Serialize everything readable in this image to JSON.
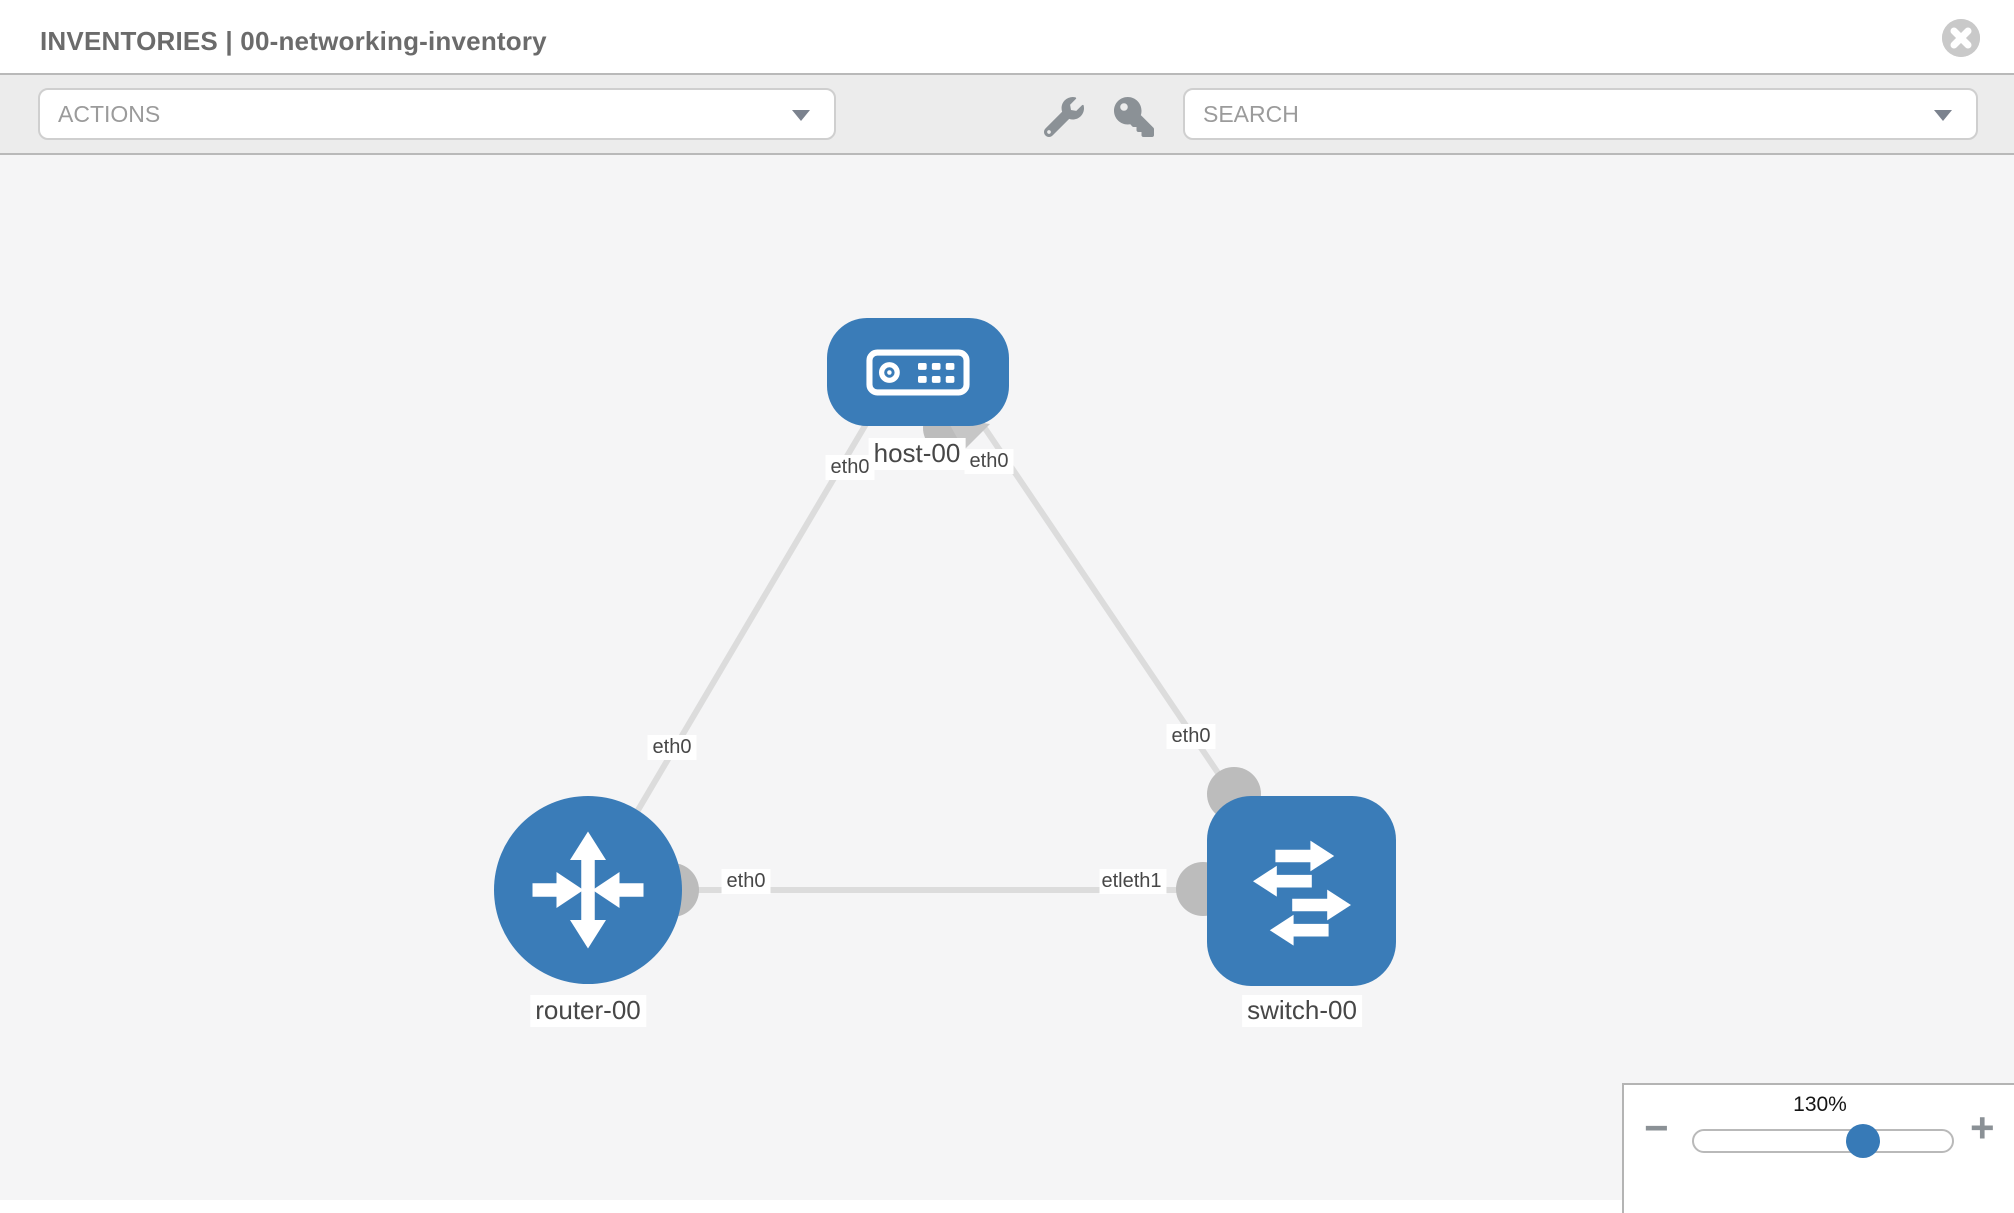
{
  "header": {
    "title": "INVENTORIES | 00-networking-inventory"
  },
  "toolbar": {
    "actions_label": "ACTIONS",
    "search_label": "SEARCH",
    "icons": [
      "wrench-icon",
      "key-icon"
    ]
  },
  "topology": {
    "nodes": [
      {
        "label": "host-00",
        "type": "host"
      },
      {
        "label": "router-00",
        "type": "router"
      },
      {
        "label": "switch-00",
        "type": "switch"
      }
    ],
    "interface_labels": {
      "host_left": "eth0",
      "host_right": "eth0",
      "router_top": "eth0",
      "switch_top": "eth0",
      "router_right": "eth0",
      "switch_left_back": "etl",
      "switch_left_front": "eth1"
    }
  },
  "zoom_control": {
    "level": "130%",
    "minus": "−",
    "plus": "+"
  },
  "colors": {
    "node_blue": "#3a7cb8",
    "link_gray": "#dcdcdc",
    "connector_gray": "#bcbcbc",
    "canvas_bg": "#f5f5f6",
    "toolbar_bg": "#ececec"
  }
}
